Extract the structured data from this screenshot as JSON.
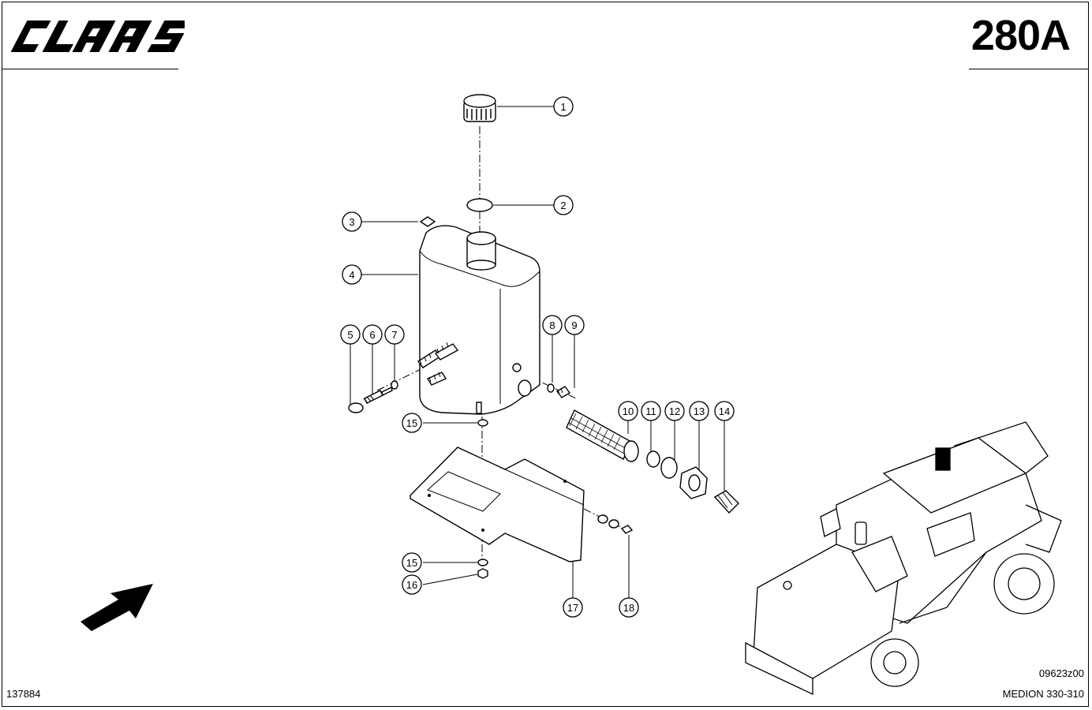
{
  "header": {
    "brand": "CLAAS",
    "page_code": "280A"
  },
  "footer": {
    "drawing_number": "137884",
    "figure_ref": "09623z00",
    "model": "MEDION 330-310"
  },
  "callouts": [
    {
      "label": "1"
    },
    {
      "label": "2"
    },
    {
      "label": "3"
    },
    {
      "label": "4"
    },
    {
      "label": "5"
    },
    {
      "label": "6"
    },
    {
      "label": "7"
    },
    {
      "label": "8"
    },
    {
      "label": "9"
    },
    {
      "label": "10"
    },
    {
      "label": "11"
    },
    {
      "label": "12"
    },
    {
      "label": "13"
    },
    {
      "label": "14"
    },
    {
      "label": "15"
    },
    {
      "label": "15"
    },
    {
      "label": "16"
    },
    {
      "label": "17"
    },
    {
      "label": "18"
    }
  ],
  "icons": {
    "direction": "forward-arrow-icon",
    "machine": "combine-harvester-icon"
  },
  "colors": {
    "ink": "#000000",
    "paper": "#ffffff"
  }
}
